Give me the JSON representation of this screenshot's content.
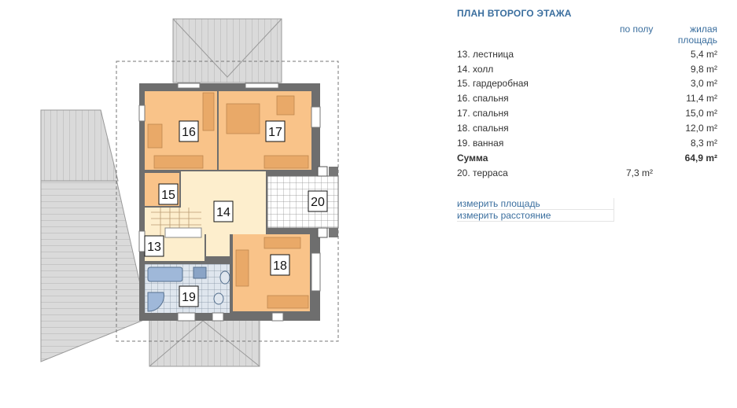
{
  "panel": {
    "title": "ПЛАН ВТОРОГО ЭТАЖА",
    "col_floor": "по полу",
    "col_living_1": "жилая",
    "col_living_2": "площадь",
    "rows": [
      {
        "name": "13. лестница",
        "floor": "",
        "living": "5,4 m²"
      },
      {
        "name": "14. холл",
        "floor": "",
        "living": "9,8 m²"
      },
      {
        "name": "15. гардеробная",
        "floor": "",
        "living": "3,0 m²"
      },
      {
        "name": "16. спальня",
        "floor": "",
        "living": "11,4 m²"
      },
      {
        "name": "17. спальня",
        "floor": "",
        "living": "15,0 m²"
      },
      {
        "name": "18. спальня",
        "floor": "",
        "living": "12,0 m²"
      },
      {
        "name": "19. ванная",
        "floor": "",
        "living": "8,3 m²"
      }
    ],
    "sum": {
      "name": "Сумма",
      "floor": "",
      "living": "64,9 m²"
    },
    "terrace": {
      "name": "20. терраса",
      "floor": "7,3 m²",
      "living": ""
    },
    "link_area": "измерить площадь",
    "link_distance": "измерить расстояние"
  },
  "plan": {
    "rooms": [
      "16",
      "17",
      "15",
      "14",
      "20",
      "13",
      "18",
      "19"
    ],
    "colors": {
      "room": "#f9c389",
      "hall": "#fdeecd",
      "wall": "#6e6e6e",
      "roof": "#d9d9d9",
      "tile": "#c7d1db"
    }
  }
}
